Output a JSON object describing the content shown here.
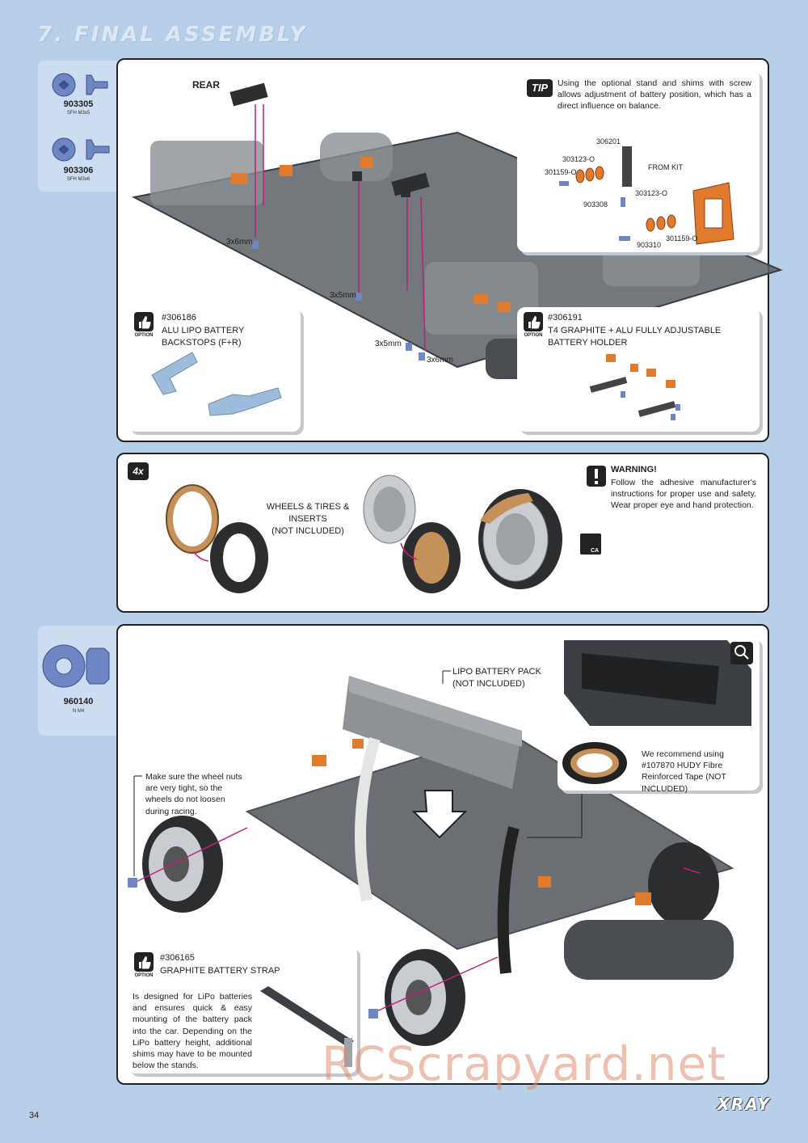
{
  "section": {
    "title": "7. FINAL ASSEMBLY"
  },
  "parts_top": [
    {
      "number": "903305",
      "desc": "SFH M3x5"
    },
    {
      "number": "903306",
      "desc": "SFH M3x6"
    }
  ],
  "step1": {
    "rear_label": "REAR",
    "screw_labels": [
      "3x6mm",
      "3x5mm",
      "3x5mm",
      "3x6mm"
    ],
    "tip": {
      "badge": "TIP",
      "text": "Using the optional stand and shims with screw allows adjustment of battery position, which has a direct influence on balance.",
      "callouts": [
        "306201",
        "303123-O",
        "301159-O",
        "903308",
        "FROM KIT",
        "303123-O",
        "903310",
        "301159-O"
      ]
    },
    "option_a": {
      "option_label": "OPTION",
      "number": "#306186",
      "title": "ALU LIPO BATTERY BACKSTOPS (F+R)"
    },
    "option_b": {
      "option_label": "OPTION",
      "number": "#306191",
      "title": "T4 GRAPHITE + ALU FULLY ADJUSTABLE BATTERY HOLDER"
    }
  },
  "step2": {
    "badge": "4x",
    "wheels_label": "WHEELS & TIRES & INSERTS\n(NOT INCLUDED)",
    "warning_title": "WARNING!",
    "warning_text": "Follow the adhesive manufacturer's instructions for proper use and safety. Wear proper eye and hand protection.",
    "ca_label": "CA"
  },
  "parts_bottom": [
    {
      "number": "960140",
      "desc": "N M4"
    }
  ],
  "step3": {
    "battery_label": "LIPO BATTERY PACK\n(NOT INCLUDED)",
    "wheelnut_note": "Make sure the wheel nuts are very tight, so the wheels do not loosen during racing.",
    "detail_label": "DETAIL",
    "tape_note": "We recommend using #107870 HUDY Fibre Reinforced Tape (NOT INCLUDED)",
    "option_c": {
      "option_label": "OPTION",
      "number": "#306165",
      "title": "GRAPHITE BATTERY STRAP",
      "text": "Is designed for LiPo batteries and ensures quick & easy mounting of the battery pack into the car. Depending on the LiPo battery height, additional shims may have to be mounted below the stands."
    }
  },
  "footer": {
    "page_number": "34",
    "brand": "XRAY",
    "watermark": "RCScrapyard.net"
  },
  "colors": {
    "background": "#b7cfe9",
    "tab": "#ccdcf1",
    "orange": "#e07a2c",
    "chassis": "#555a60",
    "arrow": "#c0207a"
  }
}
